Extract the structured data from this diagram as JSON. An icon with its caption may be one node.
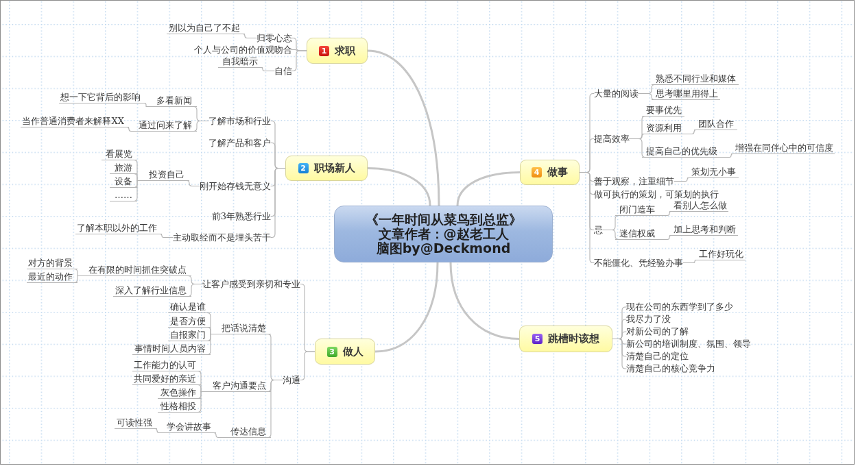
{
  "diagram": {
    "nodes": [
      {
        "text": [
          "《一年时间从菜鸟到总监》",
          "文章作者：@赵老工人",
          "脑图by@Deckmond"
        ]
      },
      {
        "text": [
          "1",
          "求职"
        ]
      },
      {
        "text": [
          "归零心态"
        ]
      },
      {
        "text": [
          "别以为自己了不起"
        ]
      },
      {
        "text": [
          "个人与公司的价值观吻合"
        ]
      },
      {
        "text": [
          "自信"
        ]
      },
      {
        "text": [
          "自我暗示"
        ]
      },
      {
        "text": [
          "2",
          "职场新人"
        ]
      },
      {
        "text": [
          "了解市场和行业"
        ]
      },
      {
        "text": [
          "多看新闻"
        ]
      },
      {
        "text": [
          "想一下它背后的影响"
        ]
      },
      {
        "text": [
          "通过问来了解"
        ]
      },
      {
        "text": [
          "当作普通消费者来解释XX"
        ]
      },
      {
        "text": [
          "了解产品和客户"
        ]
      },
      {
        "text": [
          "刚开始存钱无意义"
        ]
      },
      {
        "text": [
          "投资自己"
        ]
      },
      {
        "text": [
          "看展览"
        ]
      },
      {
        "text": [
          "旅游"
        ]
      },
      {
        "text": [
          "设备"
        ]
      },
      {
        "text": [
          "……"
        ]
      },
      {
        "text": [
          "前3年熟悉行业"
        ]
      },
      {
        "text": [
          "主动取经而不是埋头苦干"
        ]
      },
      {
        "text": [
          "了解本职以外的工作"
        ]
      },
      {
        "text": [
          "3",
          "做人"
        ]
      },
      {
        "text": [
          "让客户感受到亲切和专业"
        ]
      },
      {
        "text": [
          "在有限的时间抓住突破点"
        ]
      },
      {
        "text": [
          "对方的背景"
        ]
      },
      {
        "text": [
          "最近的动作"
        ]
      },
      {
        "text": [
          "深入了解行业信息"
        ]
      },
      {
        "text": [
          "沟通"
        ]
      },
      {
        "text": [
          "把话说清楚"
        ]
      },
      {
        "text": [
          "确认是谁"
        ]
      },
      {
        "text": [
          "是否方便"
        ]
      },
      {
        "text": [
          "自报家门"
        ]
      },
      {
        "text": [
          "事情时间人员内容"
        ]
      },
      {
        "text": [
          "客户沟通要点"
        ]
      },
      {
        "text": [
          "工作能力的认可"
        ]
      },
      {
        "text": [
          "共同爱好的亲近"
        ]
      },
      {
        "text": [
          "灰色操作"
        ]
      },
      {
        "text": [
          "性格相投"
        ]
      },
      {
        "text": [
          "传达信息"
        ]
      },
      {
        "text": [
          "学会讲故事"
        ]
      },
      {
        "text": [
          "可读性强"
        ]
      },
      {
        "text": [
          "4",
          "做事"
        ]
      },
      {
        "text": [
          "大量的阅读"
        ]
      },
      {
        "text": [
          "熟悉不同行业和媒体"
        ]
      },
      {
        "text": [
          "思考哪里用得上"
        ]
      },
      {
        "text": [
          "提高效率"
        ]
      },
      {
        "text": [
          "要事优先"
        ]
      },
      {
        "text": [
          "资源利用"
        ]
      },
      {
        "text": [
          "团队合作"
        ]
      },
      {
        "text": [
          "提高自己的优先级"
        ]
      },
      {
        "text": [
          "增强在同伴心中的可信度"
        ]
      },
      {
        "text": [
          "善于观察，注重细节"
        ]
      },
      {
        "text": [
          "策划无小事"
        ]
      },
      {
        "text": [
          "做可执行的策划，可策划的执行"
        ]
      },
      {
        "text": [
          "忌"
        ]
      },
      {
        "text": [
          "闭门造车"
        ]
      },
      {
        "text": [
          "看别人怎么做"
        ]
      },
      {
        "text": [
          "迷信权威"
        ]
      },
      {
        "text": [
          "加上思考和判断"
        ]
      },
      {
        "text": [
          "不能僵化、凭经验办事"
        ]
      },
      {
        "text": [
          "工作好玩化"
        ]
      },
      {
        "text": [
          "5",
          "跳槽时该想"
        ]
      },
      {
        "text": [
          "现在公司的东西学到了多少"
        ]
      },
      {
        "text": [
          "我尽力了没"
        ]
      },
      {
        "text": [
          "对新公司的了解"
        ]
      },
      {
        "text": [
          "新公司的培训制度、氛围、领导"
        ]
      },
      {
        "text": [
          "清楚自己的定位"
        ]
      },
      {
        "text": [
          "清楚自己的核心竞争力"
        ]
      }
    ],
    "edges": [
      {
        "from": 0,
        "to": 1,
        "arrow": "none",
        "style": "thick"
      },
      {
        "from": 0,
        "to": 7,
        "arrow": "none",
        "style": "thick"
      },
      {
        "from": 0,
        "to": 23,
        "arrow": "none",
        "style": "thick"
      },
      {
        "from": 0,
        "to": 43,
        "arrow": "none",
        "style": "thick"
      },
      {
        "from": 0,
        "to": 63,
        "arrow": "none",
        "style": "thick"
      },
      {
        "from": 1,
        "to": 2,
        "arrow": "none"
      },
      {
        "from": 2,
        "to": 3,
        "arrow": "none"
      },
      {
        "from": 1,
        "to": 4,
        "arrow": "none"
      },
      {
        "from": 1,
        "to": 5,
        "arrow": "none"
      },
      {
        "from": 5,
        "to": 6,
        "arrow": "none"
      },
      {
        "from": 7,
        "to": 8,
        "arrow": "none"
      },
      {
        "from": 8,
        "to": 9,
        "arrow": "none"
      },
      {
        "from": 9,
        "to": 10,
        "arrow": "none"
      },
      {
        "from": 8,
        "to": 11,
        "arrow": "none"
      },
      {
        "from": 11,
        "to": 12,
        "arrow": "none"
      },
      {
        "from": 7,
        "to": 13,
        "arrow": "none"
      },
      {
        "from": 7,
        "to": 14,
        "arrow": "none"
      },
      {
        "from": 14,
        "to": 15,
        "arrow": "none"
      },
      {
        "from": 15,
        "to": 16,
        "arrow": "none"
      },
      {
        "from": 15,
        "to": 17,
        "arrow": "none"
      },
      {
        "from": 15,
        "to": 18,
        "arrow": "none"
      },
      {
        "from": 15,
        "to": 19,
        "arrow": "none"
      },
      {
        "from": 7,
        "to": 20,
        "arrow": "none"
      },
      {
        "from": 7,
        "to": 21,
        "arrow": "none"
      },
      {
        "from": 21,
        "to": 22,
        "arrow": "none"
      },
      {
        "from": 23,
        "to": 24,
        "arrow": "none"
      },
      {
        "from": 24,
        "to": 25,
        "arrow": "none"
      },
      {
        "from": 25,
        "to": 26,
        "arrow": "none"
      },
      {
        "from": 25,
        "to": 27,
        "arrow": "none"
      },
      {
        "from": 24,
        "to": 28,
        "arrow": "none"
      },
      {
        "from": 23,
        "to": 29,
        "arrow": "none"
      },
      {
        "from": 29,
        "to": 30,
        "arrow": "none"
      },
      {
        "from": 30,
        "to": 31,
        "arrow": "none"
      },
      {
        "from": 30,
        "to": 32,
        "arrow": "none"
      },
      {
        "from": 30,
        "to": 33,
        "arrow": "none"
      },
      {
        "from": 30,
        "to": 34,
        "arrow": "none"
      },
      {
        "from": 29,
        "to": 35,
        "arrow": "none"
      },
      {
        "from": 35,
        "to": 36,
        "arrow": "none"
      },
      {
        "from": 35,
        "to": 37,
        "arrow": "none"
      },
      {
        "from": 35,
        "to": 38,
        "arrow": "none"
      },
      {
        "from": 35,
        "to": 39,
        "arrow": "none"
      },
      {
        "from": 29,
        "to": 40,
        "arrow": "none"
      },
      {
        "from": 40,
        "to": 41,
        "arrow": "none"
      },
      {
        "from": 41,
        "to": 42,
        "arrow": "none"
      },
      {
        "from": 43,
        "to": 44,
        "arrow": "none"
      },
      {
        "from": 44,
        "to": 45,
        "arrow": "none"
      },
      {
        "from": 44,
        "to": 46,
        "arrow": "none"
      },
      {
        "from": 43,
        "to": 47,
        "arrow": "none"
      },
      {
        "from": 47,
        "to": 48,
        "arrow": "none"
      },
      {
        "from": 47,
        "to": 49,
        "arrow": "none"
      },
      {
        "from": 49,
        "to": 50,
        "arrow": "none"
      },
      {
        "from": 47,
        "to": 51,
        "arrow": "none"
      },
      {
        "from": 51,
        "to": 52,
        "arrow": "none"
      },
      {
        "from": 43,
        "to": 53,
        "arrow": "none"
      },
      {
        "from": 53,
        "to": 54,
        "arrow": "none"
      },
      {
        "from": 43,
        "to": 55,
        "arrow": "none"
      },
      {
        "from": 43,
        "to": 56,
        "arrow": "none"
      },
      {
        "from": 56,
        "to": 57,
        "arrow": "none"
      },
      {
        "from": 57,
        "to": 58,
        "arrow": "none"
      },
      {
        "from": 56,
        "to": 59,
        "arrow": "none"
      },
      {
        "from": 59,
        "to": 60,
        "arrow": "none"
      },
      {
        "from": 43,
        "to": 61,
        "arrow": "none"
      },
      {
        "from": 61,
        "to": 62,
        "arrow": "none"
      },
      {
        "from": 63,
        "to": 64,
        "arrow": "none"
      },
      {
        "from": 63,
        "to": 65,
        "arrow": "none"
      },
      {
        "from": 63,
        "to": 66,
        "arrow": "none"
      },
      {
        "from": 63,
        "to": 67,
        "arrow": "none"
      },
      {
        "from": 63,
        "to": 68,
        "arrow": "none"
      },
      {
        "from": 63,
        "to": 69,
        "arrow": "none"
      }
    ]
  }
}
